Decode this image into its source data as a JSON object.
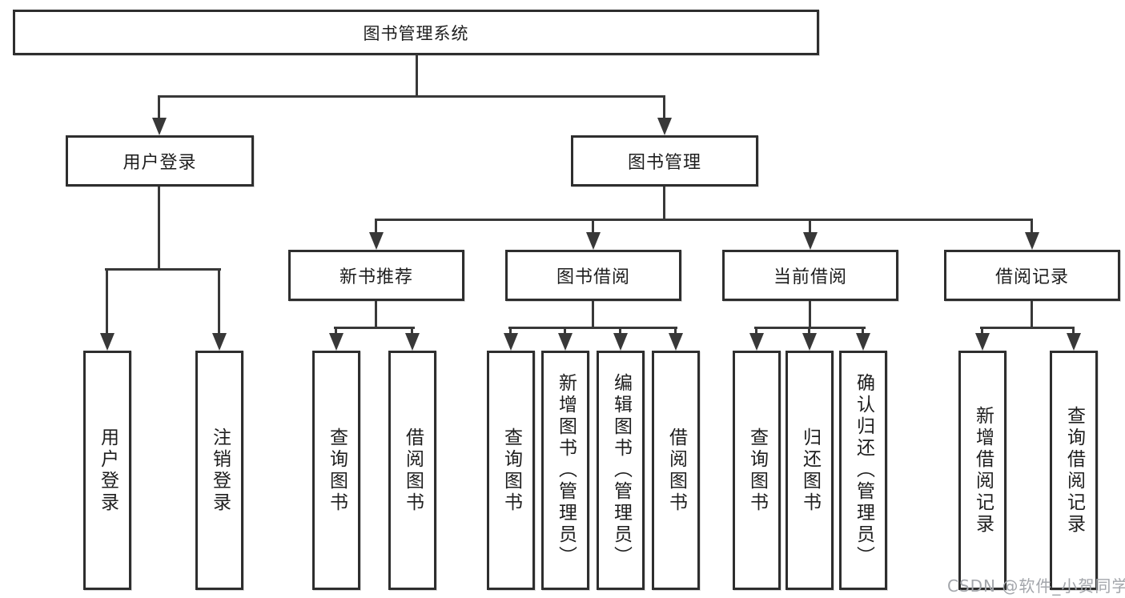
{
  "title": "图书管理系统",
  "colors": {
    "line": "#383838",
    "box_border": "#2e2e2e",
    "box_fill": "#ffffff",
    "text": "#1e1e1e",
    "watermark": "#a3a6ab",
    "background": "#ffffff"
  },
  "nodes": {
    "root": {
      "label": "图书管理系统"
    },
    "level2": [
      {
        "label": "用户登录"
      },
      {
        "label": "图书管理"
      }
    ],
    "level3": [
      {
        "label": "新书推荐"
      },
      {
        "label": "图书借阅"
      },
      {
        "label": "当前借阅"
      },
      {
        "label": "借阅记录"
      }
    ],
    "leaves": [
      {
        "label": "用户登录"
      },
      {
        "label": "注销登录"
      },
      {
        "label": "查询图书"
      },
      {
        "label": "借阅图书"
      },
      {
        "label": "查询图书"
      },
      {
        "label": "新增图书（管理员）"
      },
      {
        "label": "编辑图书（管理员）"
      },
      {
        "label": "借阅图书"
      },
      {
        "label": "查询图书"
      },
      {
        "label": "归还图书"
      },
      {
        "label": "确认归还（管理员）"
      },
      {
        "label": "新增借阅记录"
      },
      {
        "label": "查询借阅记录"
      }
    ]
  },
  "watermark": "CSDN @软件_小贺同学"
}
